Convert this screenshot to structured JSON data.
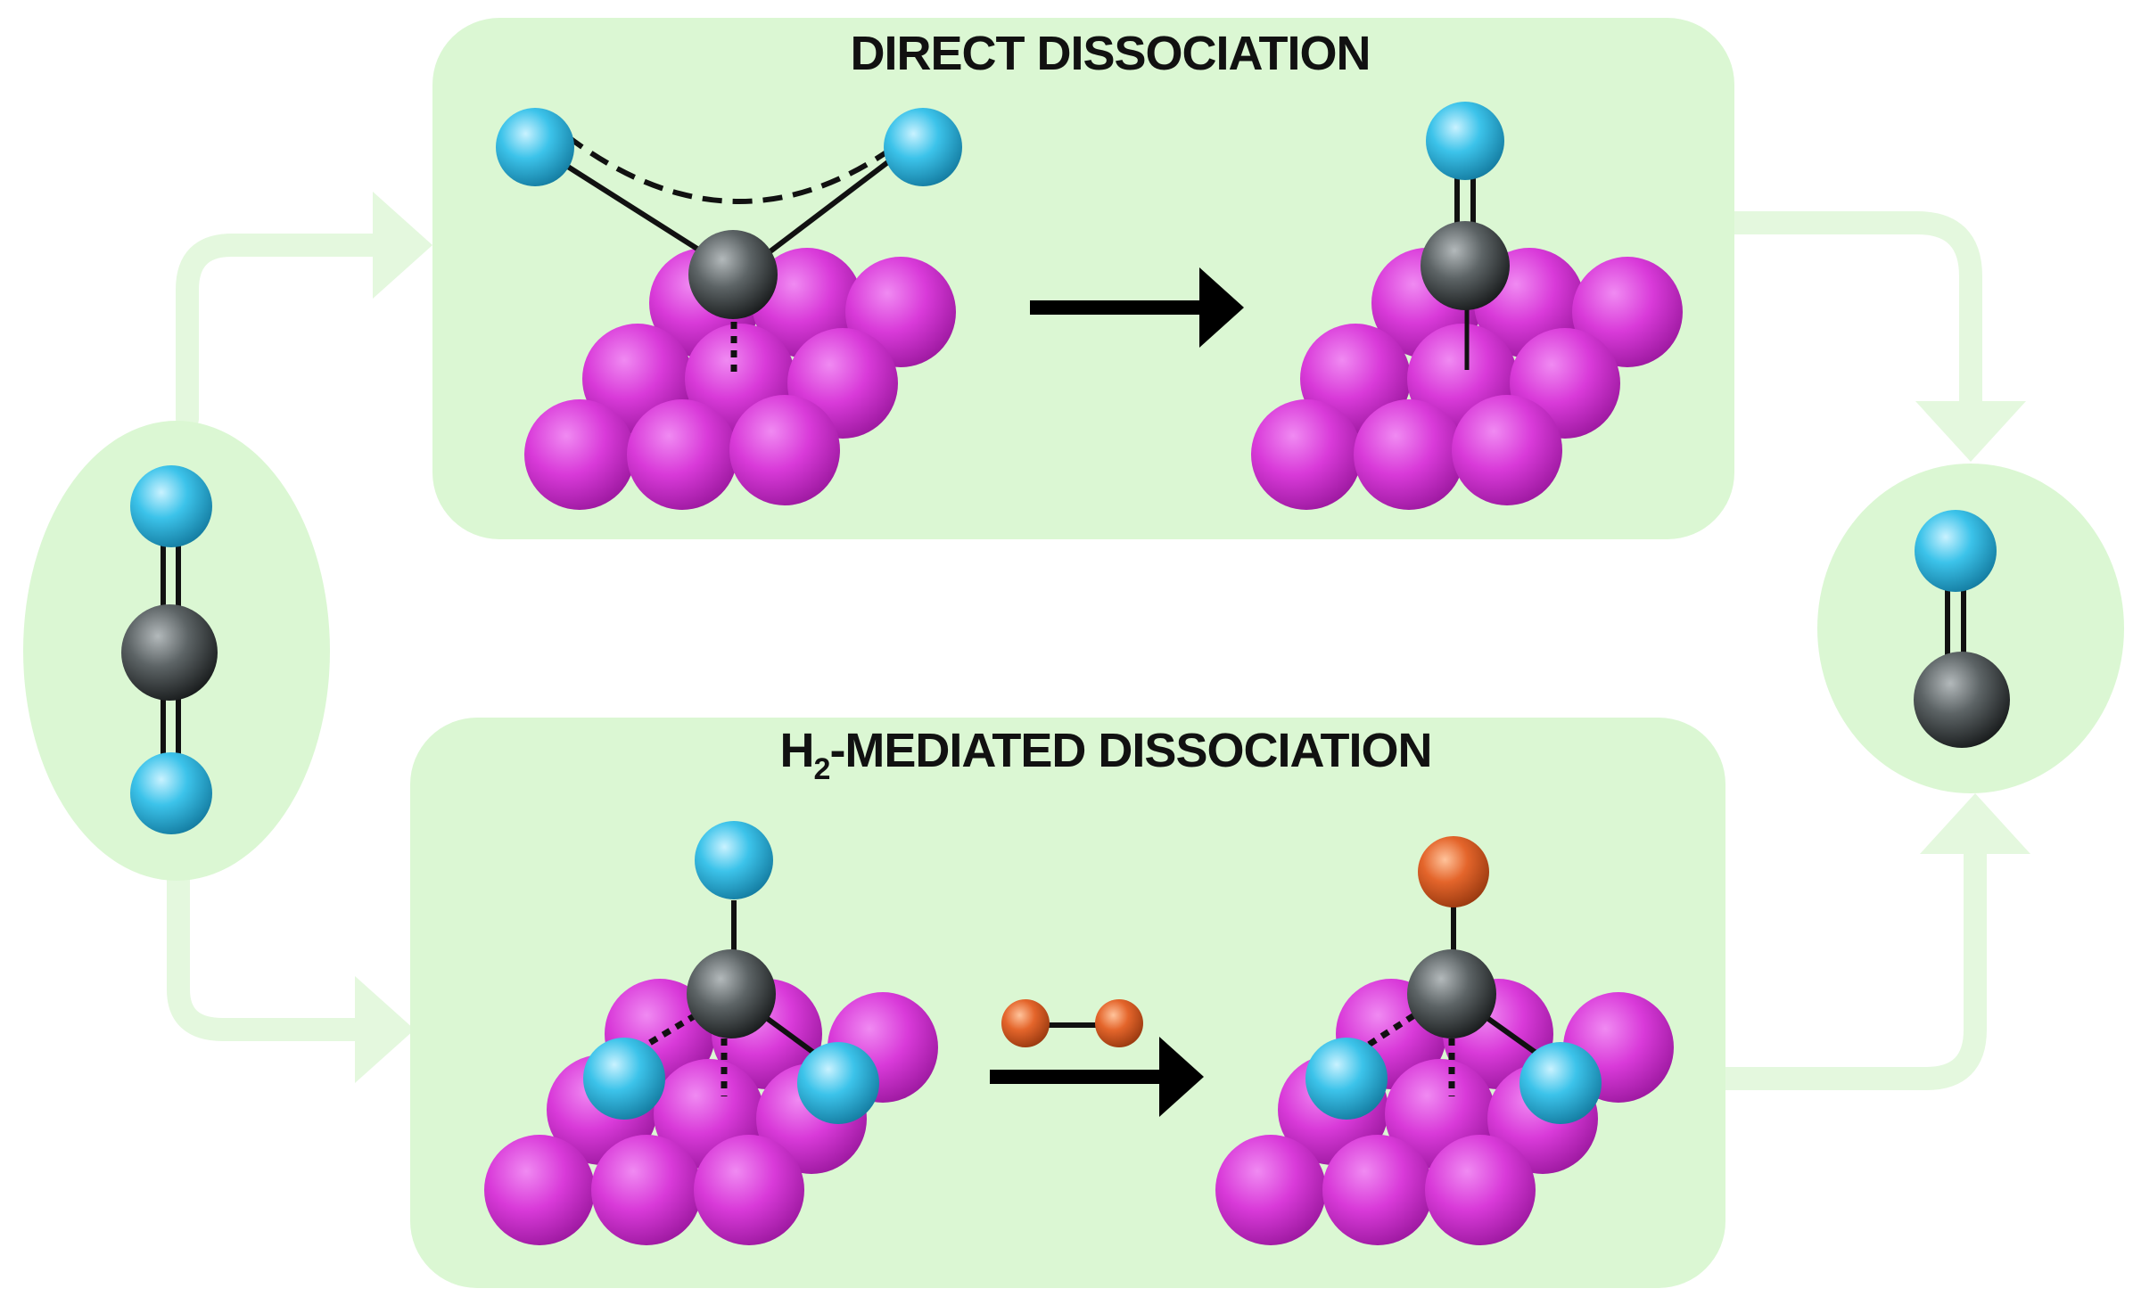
{
  "diagram": {
    "top_panel": {
      "title": "DIRECT DISSOCIATION"
    },
    "bottom_panel": {
      "title_prefix": "H",
      "title_subscript": "2",
      "title_suffix": "-MEDIATED DISSOCIATION"
    },
    "colors": {
      "panel_fill": "#dbf7d3",
      "flow_arrow": "#e4f8de",
      "metal_atom": "#d93ad9",
      "carbon_atom": "#555b5d",
      "oxygen_atom": "#3cc3ea",
      "hydrogen_atom": "#e4652b",
      "bond": "#111111",
      "reaction_arrow": "#000000"
    }
  }
}
